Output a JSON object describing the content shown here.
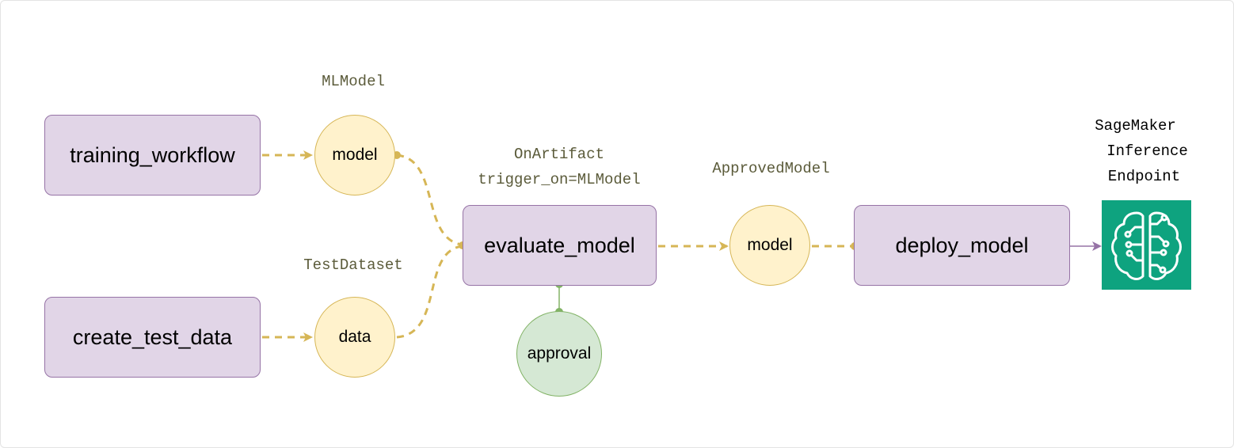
{
  "nodes": {
    "training_workflow": "training_workflow",
    "create_test_data": "create_test_data",
    "evaluate_model": "evaluate_model",
    "deploy_model": "deploy_model"
  },
  "artifacts": {
    "model_out": "model",
    "data_out": "data",
    "approval": "approval",
    "approved_model": "model"
  },
  "labels": {
    "mlmodel": "MLModel",
    "testdataset": "TestDataset",
    "onartifact_line1": "OnArtifact",
    "onartifact_line2": "trigger_on=MLModel",
    "approvedmodel": "ApprovedModel",
    "sagemaker_line1": "SageMaker",
    "sagemaker_line2": "Inference",
    "sagemaker_line3": "Endpoint"
  },
  "colors": {
    "task_fill": "#e1d5e7",
    "task_stroke": "#9673a6",
    "artifact_fill": "#fff2cc",
    "artifact_stroke": "#d6b656",
    "approval_fill": "#d5e8d4",
    "approval_stroke": "#82b366",
    "sagemaker_green": "#0ea37f"
  },
  "icons": {
    "sagemaker": "sagemaker-brain-icon"
  }
}
